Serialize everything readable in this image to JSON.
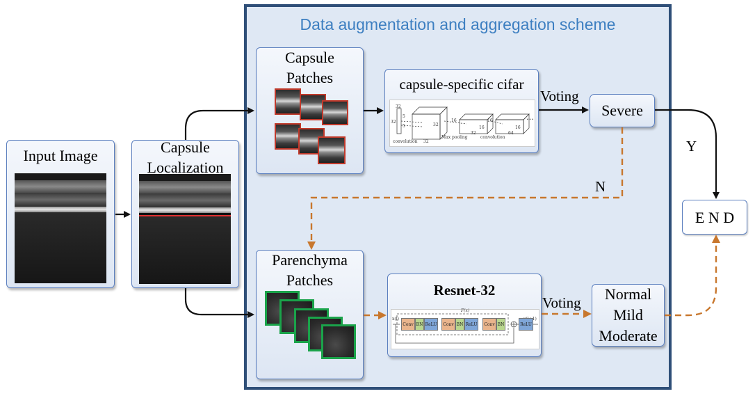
{
  "scheme": {
    "title": "Data augmentation and aggregation scheme"
  },
  "nodes": {
    "input_image": "Input Image",
    "capsule_localization": [
      "Capsule",
      "Localization"
    ],
    "capsule_patches": [
      "Capsule",
      "Patches"
    ],
    "capsule_cifar": "capsule-specific cifar",
    "severe": "Severe",
    "end": "E N D",
    "parenchyma_patches": [
      "Parenchyma",
      "Patches"
    ],
    "resnet": "Resnet-32",
    "normal_mild_moderate": [
      "Normal",
      "Mild",
      "Moderate"
    ]
  },
  "edges": {
    "voting_top": "Voting",
    "voting_bottom": "Voting",
    "yes": "Y",
    "no": "N"
  },
  "cifar_figure": {
    "labels": [
      "convolution",
      "Max pooling",
      "convolution"
    ],
    "dims": [
      "32",
      "32",
      "5",
      "5",
      "32",
      "32",
      "16",
      "16",
      "32",
      "16",
      "16",
      "64",
      "…"
    ]
  },
  "resnet_figure": {
    "fx": "F(x)",
    "xl": "x(l)",
    "xl1": "x(l+1)",
    "blocks": [
      "Conv",
      "BN",
      "ReLU",
      "Conv",
      "BN",
      "ReLU",
      "Conv",
      "BN",
      "ReLU"
    ]
  },
  "colors": {
    "box_border": "#5b7fbf",
    "scheme_border": "#2f4f78",
    "title": "#3d7fc1",
    "dashed_arrow": "#c8772d",
    "capsule_patch_border": "#c0392b",
    "parenchyma_patch_border": "#1aa34a"
  }
}
